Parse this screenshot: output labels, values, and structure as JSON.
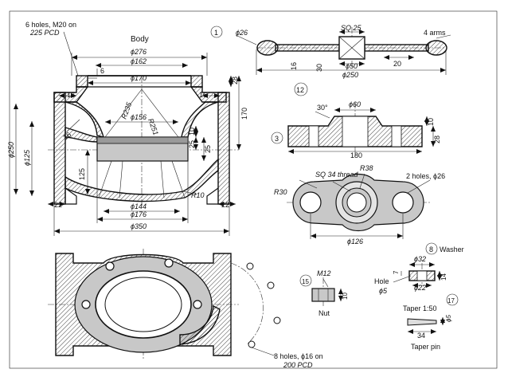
{
  "body_view": {
    "title": "Body",
    "holes_note_line1": "6 holes, M20 on",
    "holes_note_line2": "225 PCD",
    "dims": {
      "d276": "ϕ276",
      "d162": "ϕ162",
      "d170": "ϕ170",
      "d156": "ϕ156",
      "r235": "R235",
      "r251": "R251",
      "six": "6",
      "sixteen_l": "16",
      "sixteen_r": "16",
      "sixteen_diag": "16",
      "twentyeight": "28",
      "onehundredseventy": "170",
      "ten": "10",
      "twentyfive_a": "25",
      "twentyfive_b": "25",
      "d250": "ϕ250",
      "d125": "ϕ125",
      "onetwentyfive": "125",
      "r10": "R10",
      "d144": "ϕ144",
      "d176": "ϕ176",
      "d350": "ϕ350",
      "twentytwo_l": "22",
      "twentytwo_r": "22"
    }
  },
  "bottom_view": {
    "holes_note_line1": "8 holes, ϕ16 on",
    "holes_note_line2": "200 PCD"
  },
  "part1": {
    "number": "1",
    "d26": "ϕ26",
    "sq25": "SQ 25",
    "arms": "4 arms",
    "sixteen": "16",
    "thirty": "30",
    "d50": "ϕ50",
    "twenty": "20",
    "d250": "ϕ250"
  },
  "part12": {
    "number": "12"
  },
  "part3": {
    "number": "3",
    "thirty_deg": "30°",
    "d60": "ϕ60",
    "ten": "10",
    "twentyeight": "28",
    "oneeighty": "180"
  },
  "gland": {
    "sq34": "SQ 34 thread",
    "r38": "R38",
    "holes": "2 holes, ϕ26",
    "r30": "R30",
    "d126": "ϕ126"
  },
  "washer": {
    "number": "8",
    "label": "Washer",
    "d32": "ϕ32",
    "seven": "7",
    "fourteen": "14",
    "hole": "Hole",
    "d5": "ϕ5",
    "d22": "ϕ22"
  },
  "nut": {
    "number": "15",
    "m12": "M12",
    "ten": "10",
    "label": "Nut"
  },
  "pin": {
    "number": "17",
    "taper": "Taper 1:50",
    "d5": "ϕ5",
    "thirtyfour": "34",
    "label": "Taper pin"
  }
}
